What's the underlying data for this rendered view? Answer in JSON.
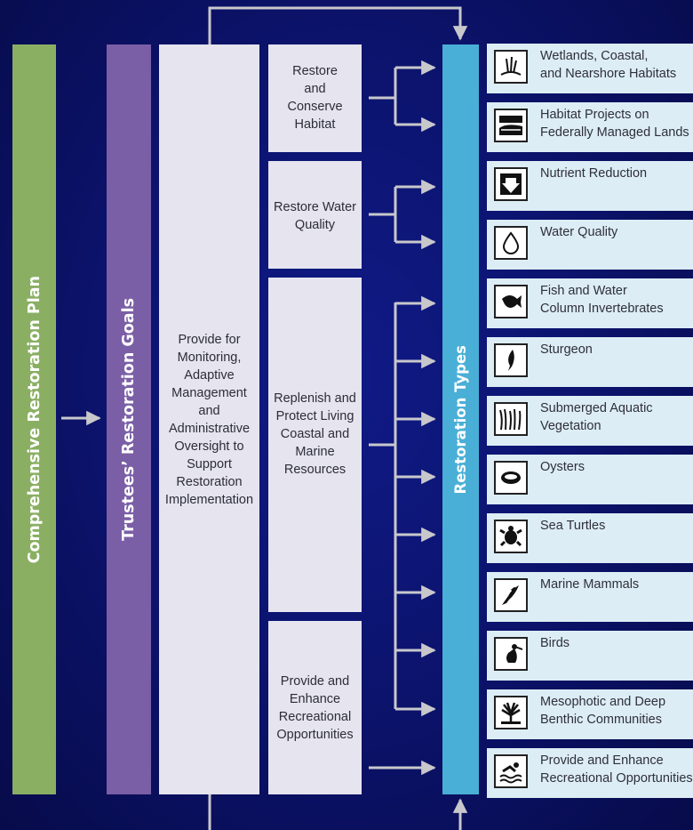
{
  "plan_label": "Comprehensive Restoration Plan",
  "goals_label": "Trustees’ Restoration Goals",
  "types_label": "Restoration Types",
  "monitoring": "Provide for Monitoring, Adaptive Management and Administrative Oversight to Support Restoration Implementation",
  "goals": [
    {
      "label": "Restore and Conserve Habitat"
    },
    {
      "label": "Restore Water Quality"
    },
    {
      "label": "Replenish and Protect Living Coastal and Marine Resources"
    },
    {
      "label": "Provide and Enhance Recreational Opportunities"
    }
  ],
  "restoration_types": [
    {
      "label": "Wetlands, Coastal,\nand Nearshore Habitats",
      "icon": "marsh-grass-icon"
    },
    {
      "label": "Habitat Projects on\nFederally Managed Lands",
      "icon": "landscape-icon"
    },
    {
      "label": "Nutrient Reduction",
      "icon": "nutrient-down-arrow-icon"
    },
    {
      "label": "Water Quality",
      "icon": "water-drop-icon"
    },
    {
      "label": "Fish and Water\nColumn Invertebrates",
      "icon": "fish-icon"
    },
    {
      "label": "Sturgeon",
      "icon": "sturgeon-icon"
    },
    {
      "label": "Submerged Aquatic\nVegetation",
      "icon": "seagrass-icon"
    },
    {
      "label": "Oysters",
      "icon": "oyster-icon"
    },
    {
      "label": "Sea Turtles",
      "icon": "sea-turtle-icon"
    },
    {
      "label": "Marine Mammals",
      "icon": "dolphin-icon"
    },
    {
      "label": "Birds",
      "icon": "pelican-icon"
    },
    {
      "label": "Mesophotic and Deep\nBenthic Communities",
      "icon": "coral-icon"
    },
    {
      "label": "Provide and Enhance\nRecreational Opportunities",
      "icon": "swimmer-icon"
    }
  ],
  "colors": {
    "plan": "#8aaf63",
    "goals": "#7b5fa6",
    "types": "#4aafd6",
    "panel": "#e5e4ef",
    "type_box": "#dcedf5",
    "connector": "#c8c8cc"
  }
}
